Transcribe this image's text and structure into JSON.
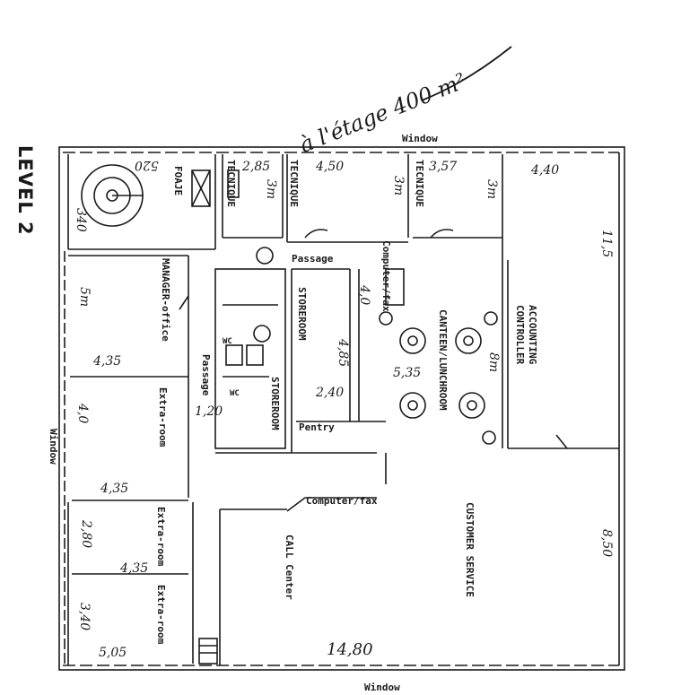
{
  "level_title": "LEVEL 2",
  "handwritten_note": "à l'étage 400 m²",
  "windows": {
    "top": "Window",
    "left": "Window",
    "bottom": "Window"
  },
  "rooms": {
    "foaje": "FOAJE",
    "tecnique_1": "TECNIQUE",
    "tecnique_2": "TECNIQUE",
    "tecnique_3": "TECNIQUE",
    "passage_top": "Passage",
    "computer_fax_top": "Computer/fax",
    "manager_office": "MANAGER-office",
    "storeroom_1": "STOREROOM",
    "storeroom_2": "STOREROOM",
    "canteen": "CANTEEN/LUNCHROOM",
    "accounting": "ACCOUNTING CONTROLLER",
    "passage_left": "Passage",
    "wc1": "WC",
    "wc2": "WC",
    "extra_room_1": "Extra-room",
    "extra_room_2": "Extra-room",
    "extra_room_3": "Extra-room",
    "pentry": "Pentry",
    "computer_fax_mid": "Computer/fax",
    "call_center": "CALL Center",
    "customer_service": "CUSTOMER SERVICE"
  },
  "dimensions": {
    "stair_w": "520",
    "stair_h": "340",
    "tec1_w": "2,85",
    "tec1_h": "3m",
    "tec2_w": "4,50",
    "tec2_h": "3m",
    "tec3_w": "3,57",
    "tec3_h": "3m",
    "right_w": "4,40",
    "right_h": "11,5",
    "manager_h": "5m",
    "manager_w": "4,35",
    "store_a": "4,0",
    "store_b": "4,85",
    "store_c": "2,40",
    "canteen_w": "5,35",
    "canteen_h": "8m",
    "passage_w": "1,20",
    "extra1_h": "4,0",
    "extra1_w": "4,35",
    "extra2_h": "2,80",
    "extra2_w": "4,35",
    "extra3_h": "3,40",
    "extra3_w": "5,05",
    "bottom_w": "14,80",
    "right_lower_h": "8,50"
  }
}
